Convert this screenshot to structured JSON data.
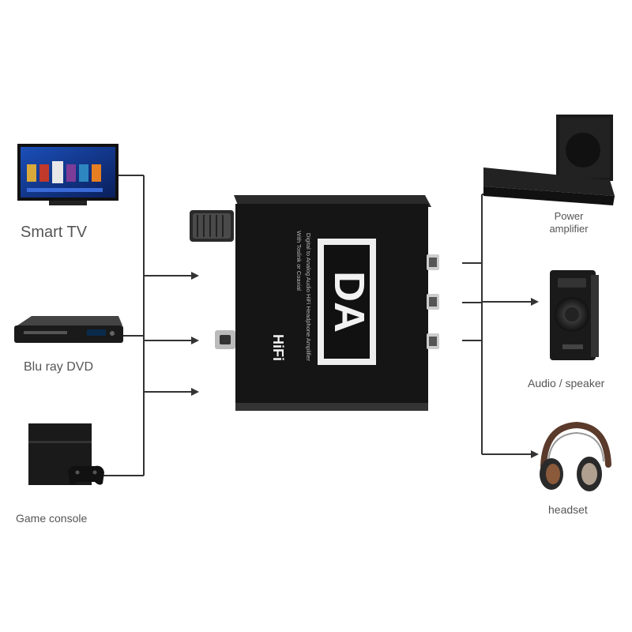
{
  "inputs": [
    {
      "label": "Smart TV",
      "icon": "smart-tv-icon"
    },
    {
      "label": "Blu ray DVD",
      "icon": "bluray-player-icon"
    },
    {
      "label": "Game console",
      "icon": "game-console-icon"
    }
  ],
  "outputs": [
    {
      "label_line1": "Power",
      "label_line2": "amplifier",
      "icon": "soundbar-subwoofer-icon"
    },
    {
      "label": "Audio / speaker",
      "icon": "speaker-icon"
    },
    {
      "label": "headset",
      "icon": "headphones-icon"
    }
  ],
  "device": {
    "logo": "DA",
    "hifi": "HiFi",
    "line1": "Digital to Analog Audio HiFi Headphone Amplifier",
    "line2": "With Toslink or Coaxial"
  },
  "colors": {
    "line": "#333333",
    "device_body": "#151515",
    "logo_panel": "#eeeeee",
    "label_text": "#555555"
  }
}
